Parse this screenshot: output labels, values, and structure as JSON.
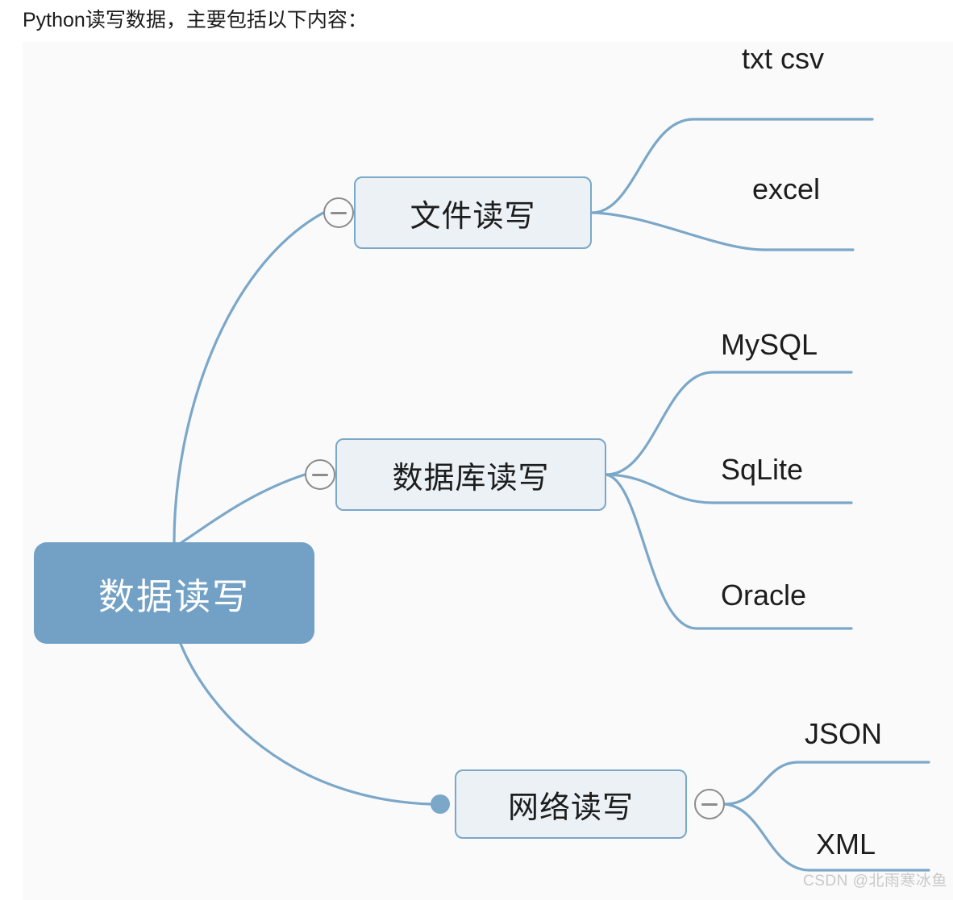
{
  "intro": {
    "text": "Python读写数据，主要包括以下内容："
  },
  "mindmap": {
    "root": {
      "label": "数据读写"
    },
    "branches": [
      {
        "id": "file",
        "label": "文件读写",
        "toggle_icon": "minus-circle-icon",
        "leaves": [
          {
            "label": "txt  csv"
          },
          {
            "label": "excel"
          }
        ]
      },
      {
        "id": "database",
        "label": "数据库读写",
        "toggle_icon": "minus-circle-icon",
        "leaves": [
          {
            "label": "MySQL"
          },
          {
            "label": "SqLite"
          },
          {
            "label": "Oracle"
          }
        ]
      },
      {
        "id": "network",
        "label": "网络读写",
        "toggle_icon": "minus-circle-icon",
        "bullet_icon": "filled-dot-icon",
        "leaves": [
          {
            "label": "JSON"
          },
          {
            "label": "XML"
          }
        ]
      }
    ]
  },
  "watermark": {
    "text": "CSDN @北雨寒冰鱼"
  },
  "colors": {
    "page_background": "#ffffff",
    "canvas_background": "#fafafa",
    "root_fill": "#72a1c5",
    "root_text": "#ffffff",
    "branch_fill": "#ebf1f5",
    "branch_border": "#7ba7c9",
    "edge_stroke": "#7ba7c9",
    "toggle_stroke": "#8c8c8c",
    "text": "#1d1d1d",
    "watermark": "#c9c9c9"
  }
}
